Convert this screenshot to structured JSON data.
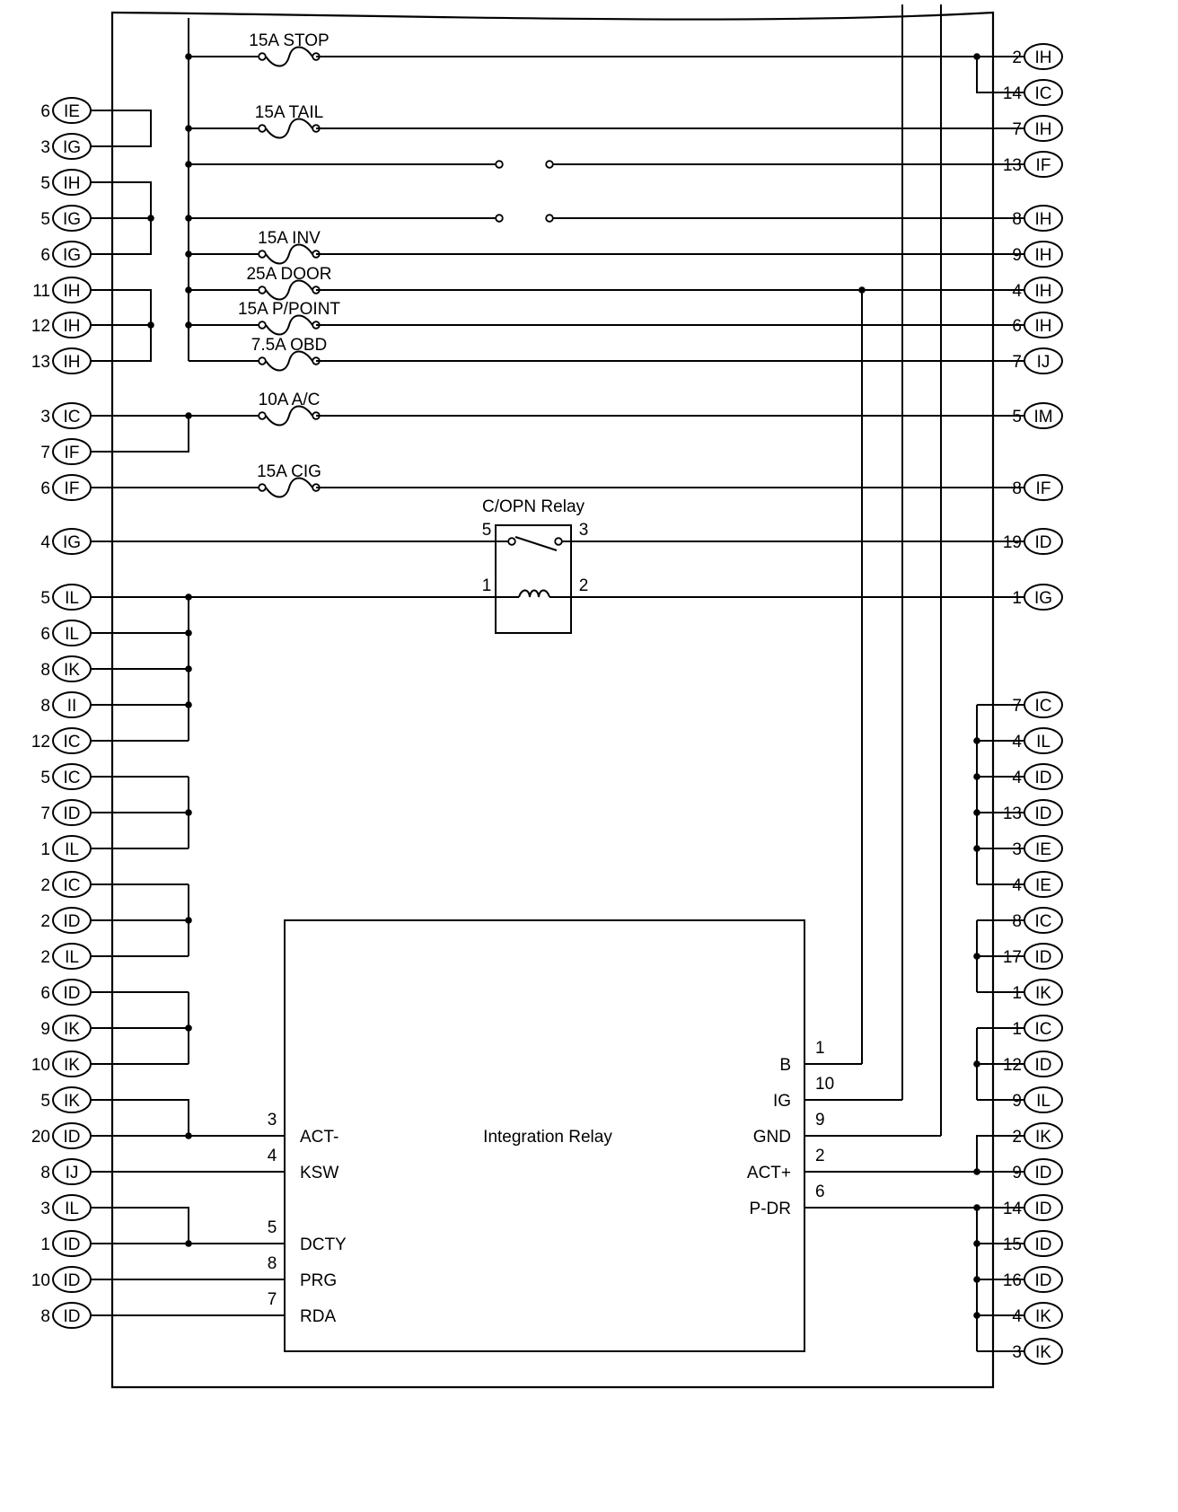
{
  "fuses": [
    {
      "label": "15A STOP"
    },
    {
      "label": "15A TAIL"
    },
    {
      "label": "15A INV"
    },
    {
      "label": "25A DOOR"
    },
    {
      "label": "15A P/POINT"
    },
    {
      "label": "7.5A OBD"
    },
    {
      "label": "10A A/C"
    },
    {
      "label": "15A CIG"
    }
  ],
  "relay": {
    "name": "C/OPN Relay",
    "pin_5": "5",
    "pin_3": "3",
    "pin_1": "1",
    "pin_2": "2"
  },
  "integration_relay": {
    "name": "Integration Relay",
    "left_pins": [
      {
        "num": "3",
        "label": "ACT-"
      },
      {
        "num": "4",
        "label": "KSW"
      },
      {
        "num": "5",
        "label": "DCTY"
      },
      {
        "num": "8",
        "label": "PRG"
      },
      {
        "num": "7",
        "label": "RDA"
      }
    ],
    "right_pins": [
      {
        "num": "1",
        "label": "B"
      },
      {
        "num": "10",
        "label": "IG"
      },
      {
        "num": "9",
        "label": "GND"
      },
      {
        "num": "2",
        "label": "ACT+"
      },
      {
        "num": "6",
        "label": "P-DR"
      }
    ]
  },
  "left_connectors": [
    {
      "pin": "6",
      "conn": "IE"
    },
    {
      "pin": "3",
      "conn": "IG"
    },
    {
      "pin": "5",
      "conn": "IH"
    },
    {
      "pin": "5",
      "conn": "IG"
    },
    {
      "pin": "6",
      "conn": "IG"
    },
    {
      "pin": "11",
      "conn": "IH"
    },
    {
      "pin": "12",
      "conn": "IH"
    },
    {
      "pin": "13",
      "conn": "IH"
    },
    {
      "pin": "3",
      "conn": "IC"
    },
    {
      "pin": "7",
      "conn": "IF"
    },
    {
      "pin": "6",
      "conn": "IF"
    },
    {
      "pin": "4",
      "conn": "IG"
    },
    {
      "pin": "5",
      "conn": "IL"
    },
    {
      "pin": "6",
      "conn": "IL"
    },
    {
      "pin": "8",
      "conn": "IK"
    },
    {
      "pin": "8",
      "conn": "II"
    },
    {
      "pin": "12",
      "conn": "IC"
    },
    {
      "pin": "5",
      "conn": "IC"
    },
    {
      "pin": "7",
      "conn": "ID"
    },
    {
      "pin": "1",
      "conn": "IL"
    },
    {
      "pin": "2",
      "conn": "IC"
    },
    {
      "pin": "2",
      "conn": "ID"
    },
    {
      "pin": "2",
      "conn": "IL"
    },
    {
      "pin": "6",
      "conn": "ID"
    },
    {
      "pin": "9",
      "conn": "IK"
    },
    {
      "pin": "10",
      "conn": "IK"
    },
    {
      "pin": "5",
      "conn": "IK"
    },
    {
      "pin": "20",
      "conn": "ID"
    },
    {
      "pin": "8",
      "conn": "IJ"
    },
    {
      "pin": "3",
      "conn": "IL"
    },
    {
      "pin": "1",
      "conn": "ID"
    },
    {
      "pin": "10",
      "conn": "ID"
    },
    {
      "pin": "8",
      "conn": "ID"
    }
  ],
  "right_connectors": [
    {
      "pin": "2",
      "conn": "IH"
    },
    {
      "pin": "14",
      "conn": "IC"
    },
    {
      "pin": "7",
      "conn": "IH"
    },
    {
      "pin": "13",
      "conn": "IF"
    },
    {
      "pin": "8",
      "conn": "IH"
    },
    {
      "pin": "9",
      "conn": "IH"
    },
    {
      "pin": "4",
      "conn": "IH"
    },
    {
      "pin": "6",
      "conn": "IH"
    },
    {
      "pin": "7",
      "conn": "IJ"
    },
    {
      "pin": "5",
      "conn": "IM"
    },
    {
      "pin": "8",
      "conn": "IF"
    },
    {
      "pin": "19",
      "conn": "ID"
    },
    {
      "pin": "1",
      "conn": "IG"
    },
    {
      "pin": "7",
      "conn": "IC"
    },
    {
      "pin": "4",
      "conn": "IL"
    },
    {
      "pin": "4",
      "conn": "ID"
    },
    {
      "pin": "13",
      "conn": "ID"
    },
    {
      "pin": "3",
      "conn": "IE"
    },
    {
      "pin": "4",
      "conn": "IE"
    },
    {
      "pin": "8",
      "conn": "IC"
    },
    {
      "pin": "17",
      "conn": "ID"
    },
    {
      "pin": "1",
      "conn": "IK"
    },
    {
      "pin": "1",
      "conn": "IC"
    },
    {
      "pin": "12",
      "conn": "ID"
    },
    {
      "pin": "9",
      "conn": "IL"
    },
    {
      "pin": "2",
      "conn": "IK"
    },
    {
      "pin": "9",
      "conn": "ID"
    },
    {
      "pin": "14",
      "conn": "ID"
    },
    {
      "pin": "15",
      "conn": "ID"
    },
    {
      "pin": "16",
      "conn": "ID"
    },
    {
      "pin": "4",
      "conn": "IK"
    },
    {
      "pin": "3",
      "conn": "IK"
    }
  ]
}
